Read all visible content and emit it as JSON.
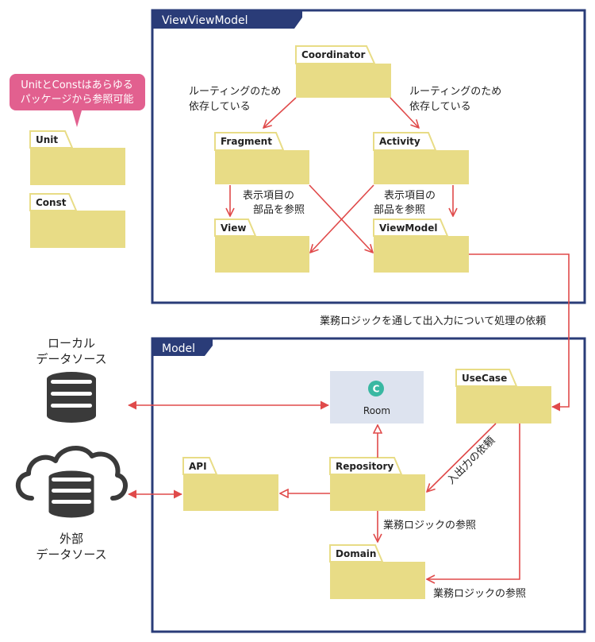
{
  "frames": {
    "view": "ViewViewModel",
    "model": "Model"
  },
  "packages": {
    "coordinator": "Coordinator",
    "fragment": "Fragment",
    "activity": "Activity",
    "view": "View",
    "viewmodel": "ViewModel",
    "unit": "Unit",
    "const": "Const",
    "usecase": "UseCase",
    "api": "API",
    "repository": "Repository",
    "domain": "Domain"
  },
  "room": {
    "badge": "C",
    "label": "Room"
  },
  "bubble": {
    "line1": "UnitとConstはあらゆる",
    "line2": "パッケージから参照可能"
  },
  "labels": {
    "routing_left_1": "ルーティングのため",
    "routing_left_2": "依存している",
    "routing_right_1": "ルーティングのため",
    "routing_right_2": "依存している",
    "display_left_1": "表示項目の",
    "display_left_2": "部品を参照",
    "display_right_1": "表示項目の",
    "display_right_2": "部品を参照",
    "business_request": "業務ロジックを通して出入力について処理の依頼",
    "io_request": "入出力の依頼",
    "business_ref_1": "業務ロジックの参照",
    "business_ref_2": "業務ロジックの参照"
  },
  "datasources": {
    "local_1": "ローカル",
    "local_2": "データソース",
    "external_1": "外部",
    "external_2": "データソース"
  },
  "colors": {
    "frame": "#2a3c78",
    "package": "#e8dc86",
    "arrow": "#e04a4a",
    "bubble": "#e2608f",
    "room": "#dde3ef",
    "room_badge": "#39b8a2",
    "db": "#3a3a3a"
  }
}
